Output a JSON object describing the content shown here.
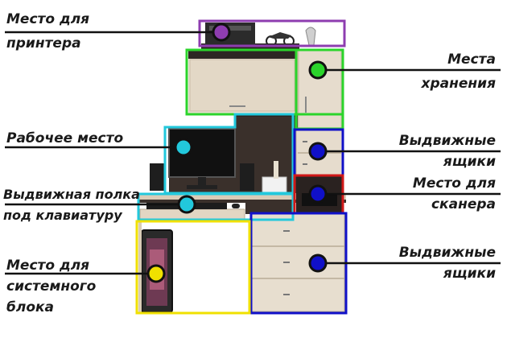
{
  "labels": {
    "printer": [
      "Место для",
      "принтера"
    ],
    "storage": [
      "Места",
      "хранения"
    ],
    "workplace": [
      "Рабочее место"
    ],
    "drawers_top": [
      "Выдвижные",
      "ящики"
    ],
    "keyboard": [
      "Выдвижная полка",
      "под клавиатуру"
    ],
    "scanner": [
      "Место для",
      "сканера"
    ],
    "drawers_bottom": [
      "Выдвижные",
      "ящики"
    ],
    "system_unit": [
      "Место для",
      "системного",
      "блока"
    ]
  },
  "colors": {
    "printer": "#8e3db0",
    "storage": "#2bd42b",
    "workplace": "#22c8dc",
    "drawers": "#1010c8",
    "scanner": "#d01818",
    "system_unit": "#f0e000",
    "line": "#111111",
    "wood_light": "#e6dccb",
    "wood_dark": "#3a302b"
  }
}
